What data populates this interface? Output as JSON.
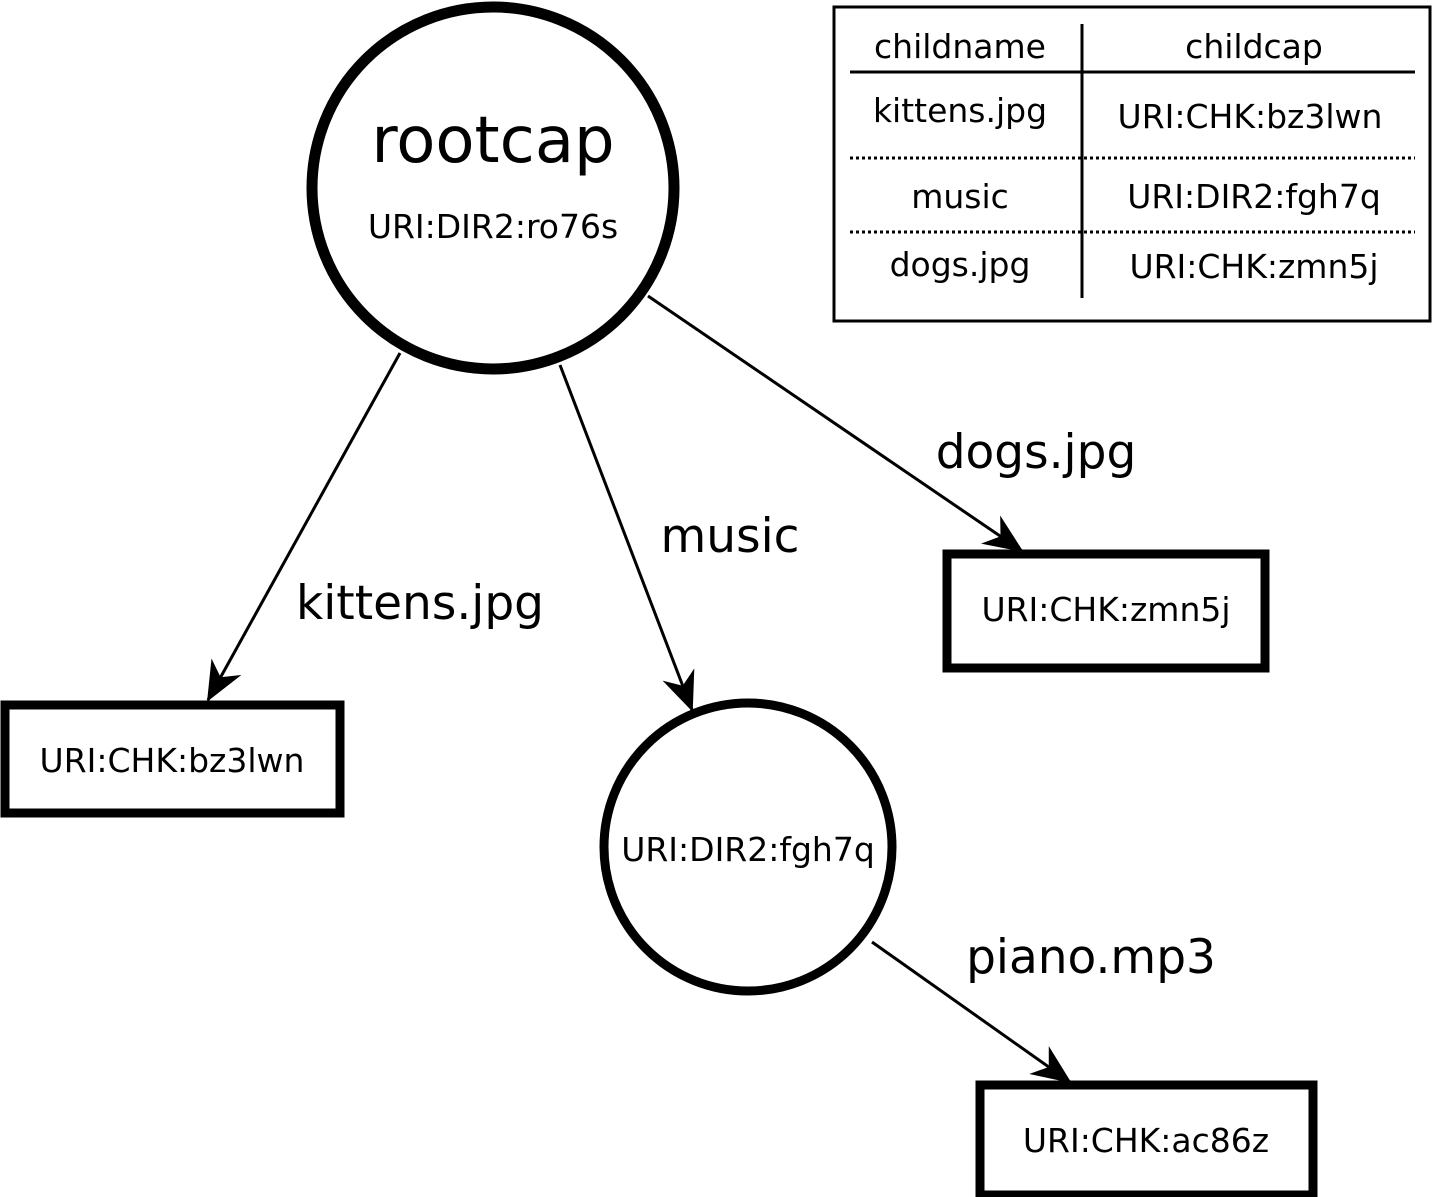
{
  "root": {
    "title": "rootcap",
    "cap": "URI:DIR2:ro76s"
  },
  "nodes": {
    "kittens": {
      "cap": "URI:CHK:bz3lwn"
    },
    "music": {
      "cap": "URI:DIR2:fgh7q"
    },
    "dogs": {
      "cap": "URI:CHK:zmn5j"
    },
    "piano": {
      "cap": "URI:CHK:ac86z"
    }
  },
  "edges": {
    "kittens": "kittens.jpg",
    "music": "music",
    "dogs": "dogs.jpg",
    "piano": "piano.mp3"
  },
  "table": {
    "headers": [
      "childname",
      "childcap"
    ],
    "rows": [
      [
        "kittens.jpg",
        "URI:CHK:bz3lwn"
      ],
      [
        "music",
        "URI:DIR2:fgh7q"
      ],
      [
        "dogs.jpg",
        "URI:CHK:zmn5j"
      ]
    ]
  },
  "colors": {
    "ink": "#000000",
    "background": "#ffffff"
  }
}
